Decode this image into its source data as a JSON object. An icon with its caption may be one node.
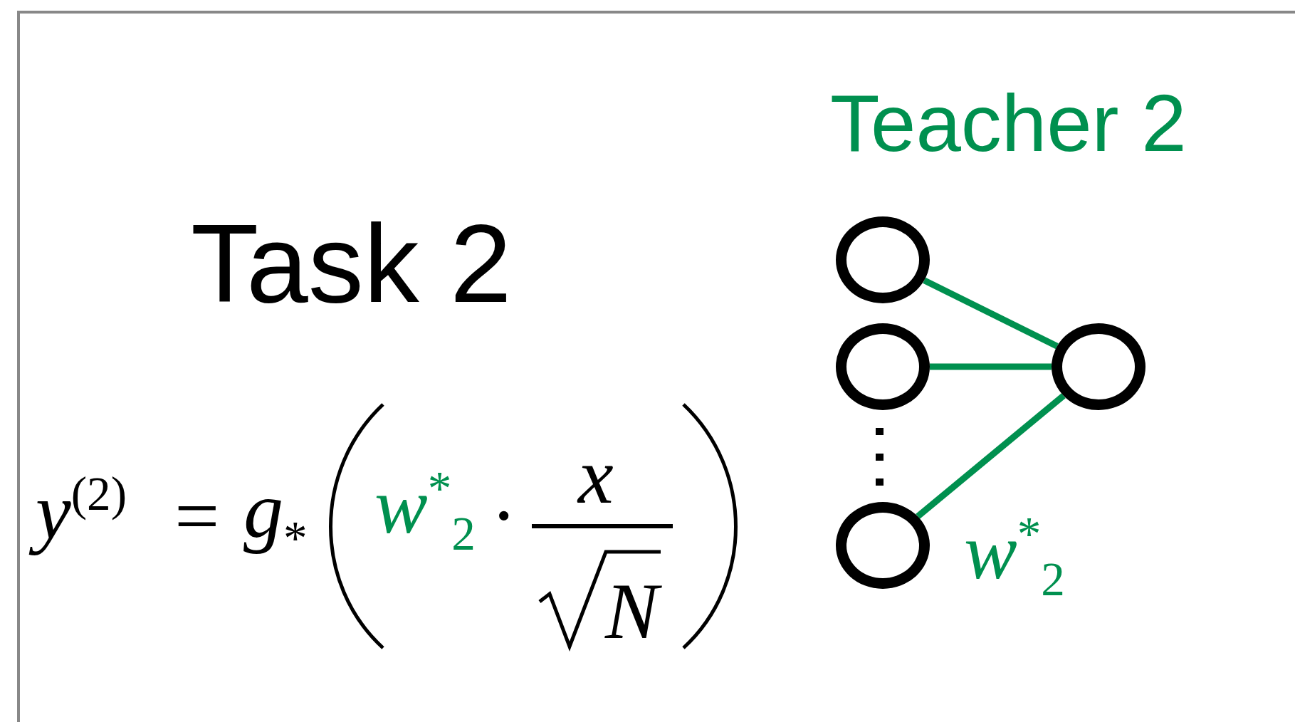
{
  "diagram": {
    "title": "Task 2",
    "nodes": [
      {
        "text": [],
        "shape": "circle"
      },
      {
        "text": [],
        "shape": "circle"
      },
      {
        "text": [],
        "shape": "circle"
      },
      {
        "text": [],
        "shape": "circle"
      }
    ],
    "edges": [
      {
        "from": 0,
        "to": 3,
        "arrow": "none"
      },
      {
        "from": 1,
        "to": 3,
        "arrow": "none"
      },
      {
        "from": 2,
        "to": 3,
        "arrow": "none"
      }
    ],
    "labels": [
      "Teacher 2",
      "y$^{(2)}$",
      "=",
      "g$_{*}$",
      "w$^{*}$$_{2}$",
      "·",
      "x",
      "N",
      "w$^{*}$$_{2}$"
    ]
  }
}
